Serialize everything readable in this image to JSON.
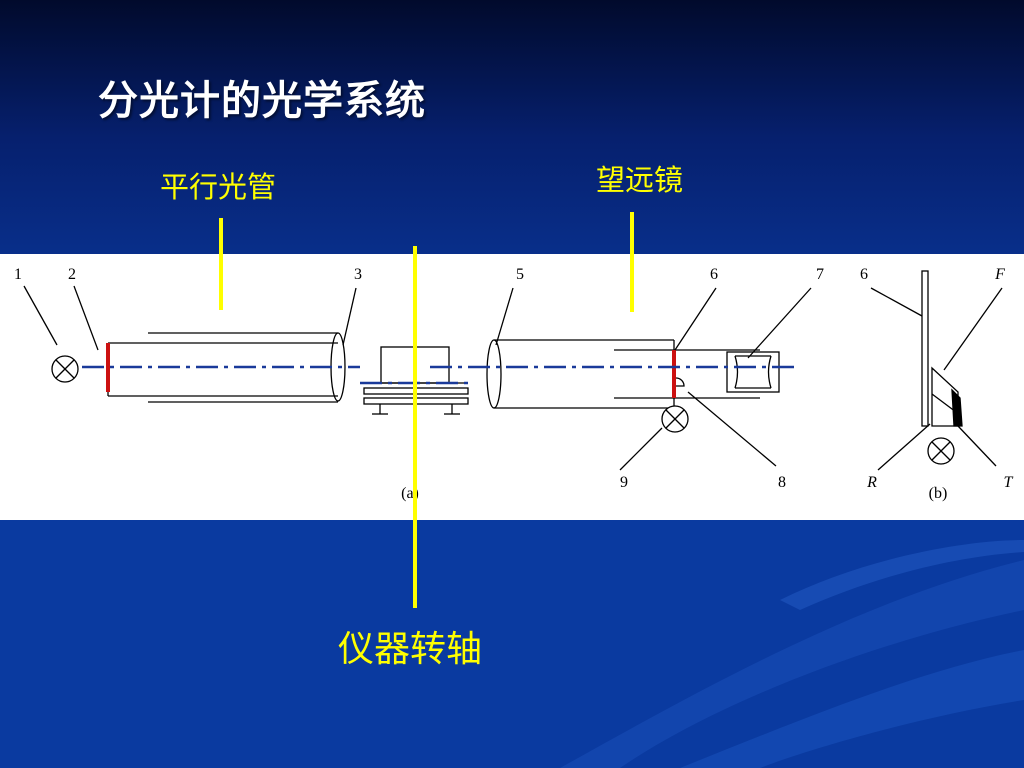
{
  "slide": {
    "title": "分光计的光学系统",
    "colors": {
      "background": "#0a3aa0",
      "label": "#ffff00",
      "title": "#ffffff",
      "axis_line": "#1a3a9a",
      "slit": "#cc1111"
    }
  },
  "callouts": {
    "collimator": "平行光管",
    "telescope": "望远镜",
    "rotation_axis": "仪器转轴"
  },
  "diagram": {
    "part_numbers": {
      "n1": "1",
      "n2": "2",
      "n3": "3",
      "n5": "5",
      "n6": "6",
      "n7": "7",
      "n8": "8",
      "n9": "9",
      "n6b": "6"
    },
    "detail_labels": {
      "F": "F",
      "R": "R",
      "T": "T"
    },
    "sub_captions": {
      "a": "(a)",
      "b": "(b)"
    }
  }
}
